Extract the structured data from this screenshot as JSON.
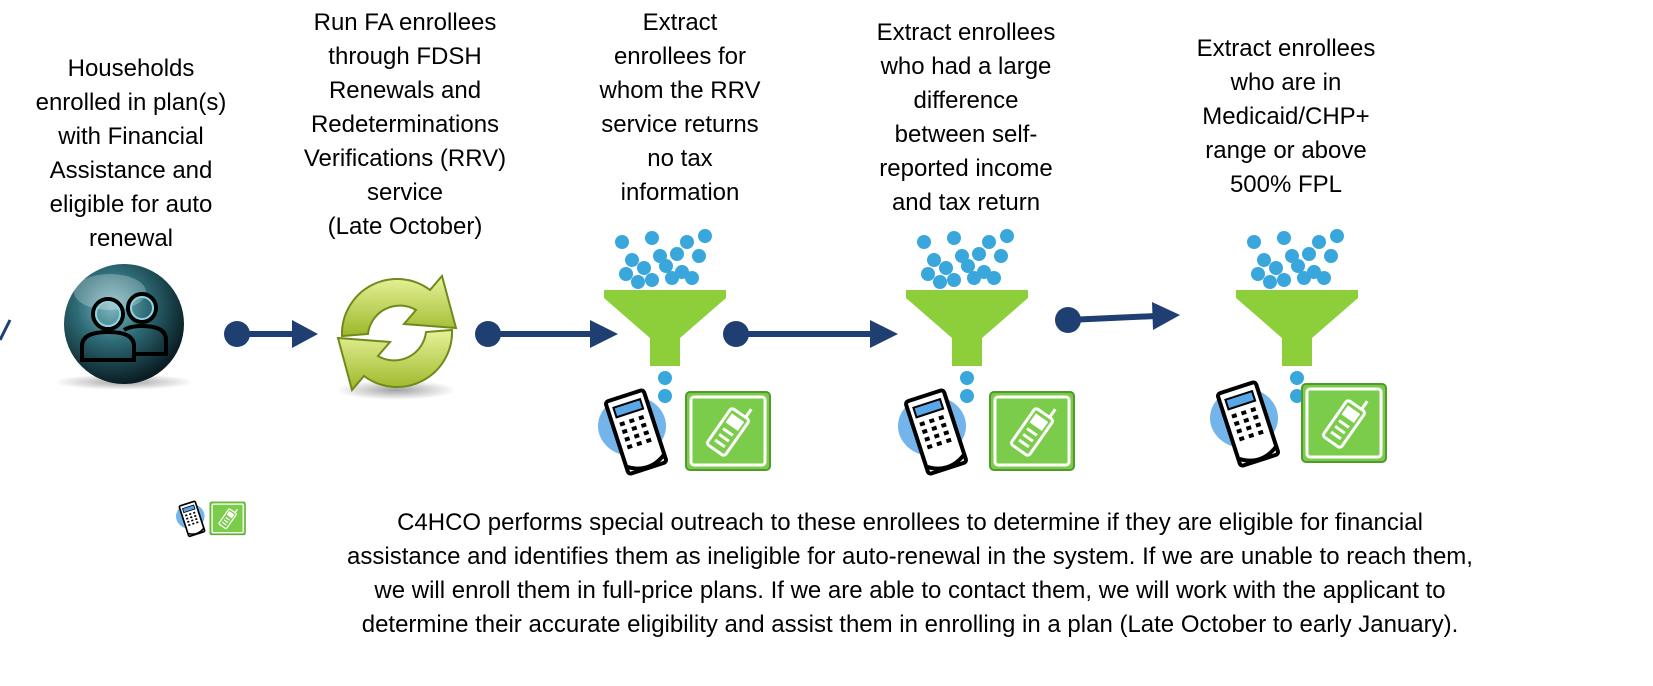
{
  "steps": [
    {
      "text": "Households\nenrolled in plan(s)\nwith  Financial\nAssistance and\neligible for auto\nrenewal",
      "icon": "household-icon"
    },
    {
      "text": "Run FA enrollees\nthrough FDSH\nRenewals and\nRedeterminations\nVerifications (RRV)\nservice\n(Late October)",
      "icon": "renewal-cycle-icon"
    },
    {
      "text": "Extract\nenrollees for\nwhom the RRV\nservice returns\nno tax\ninformation",
      "icon": "funnel-icon"
    },
    {
      "text": "Extract enrollees\nwho had a large\ndifference\nbetween self-\nreported income\nand tax return",
      "icon": "funnel-icon"
    },
    {
      "text": "Extract enrollees\nwho are in\nMedicaid/CHP+\nrange or above\n500% FPL",
      "icon": "funnel-icon"
    }
  ],
  "outreach_note": "C4HCO performs special outreach to these enrollees to determine if they are eligible for financial\nassistance and identifies them as ineligible for auto-renewal in the system.  If we are unable to reach them,\nwe will enroll them in full-price plans.  If we are able to contact them, we will work with the applicant to\ndetermine their accurate eligibility and assist them in enrolling in a plan (Late October to early January).",
  "colors": {
    "arrow": "#1f3f73",
    "funnel": "#8ccf3a",
    "droplet": "#3aa7dc",
    "phone_bg": "#7bcc4a",
    "fax_bg": "#5aa7e8",
    "household_orb": "#2e6c78"
  }
}
